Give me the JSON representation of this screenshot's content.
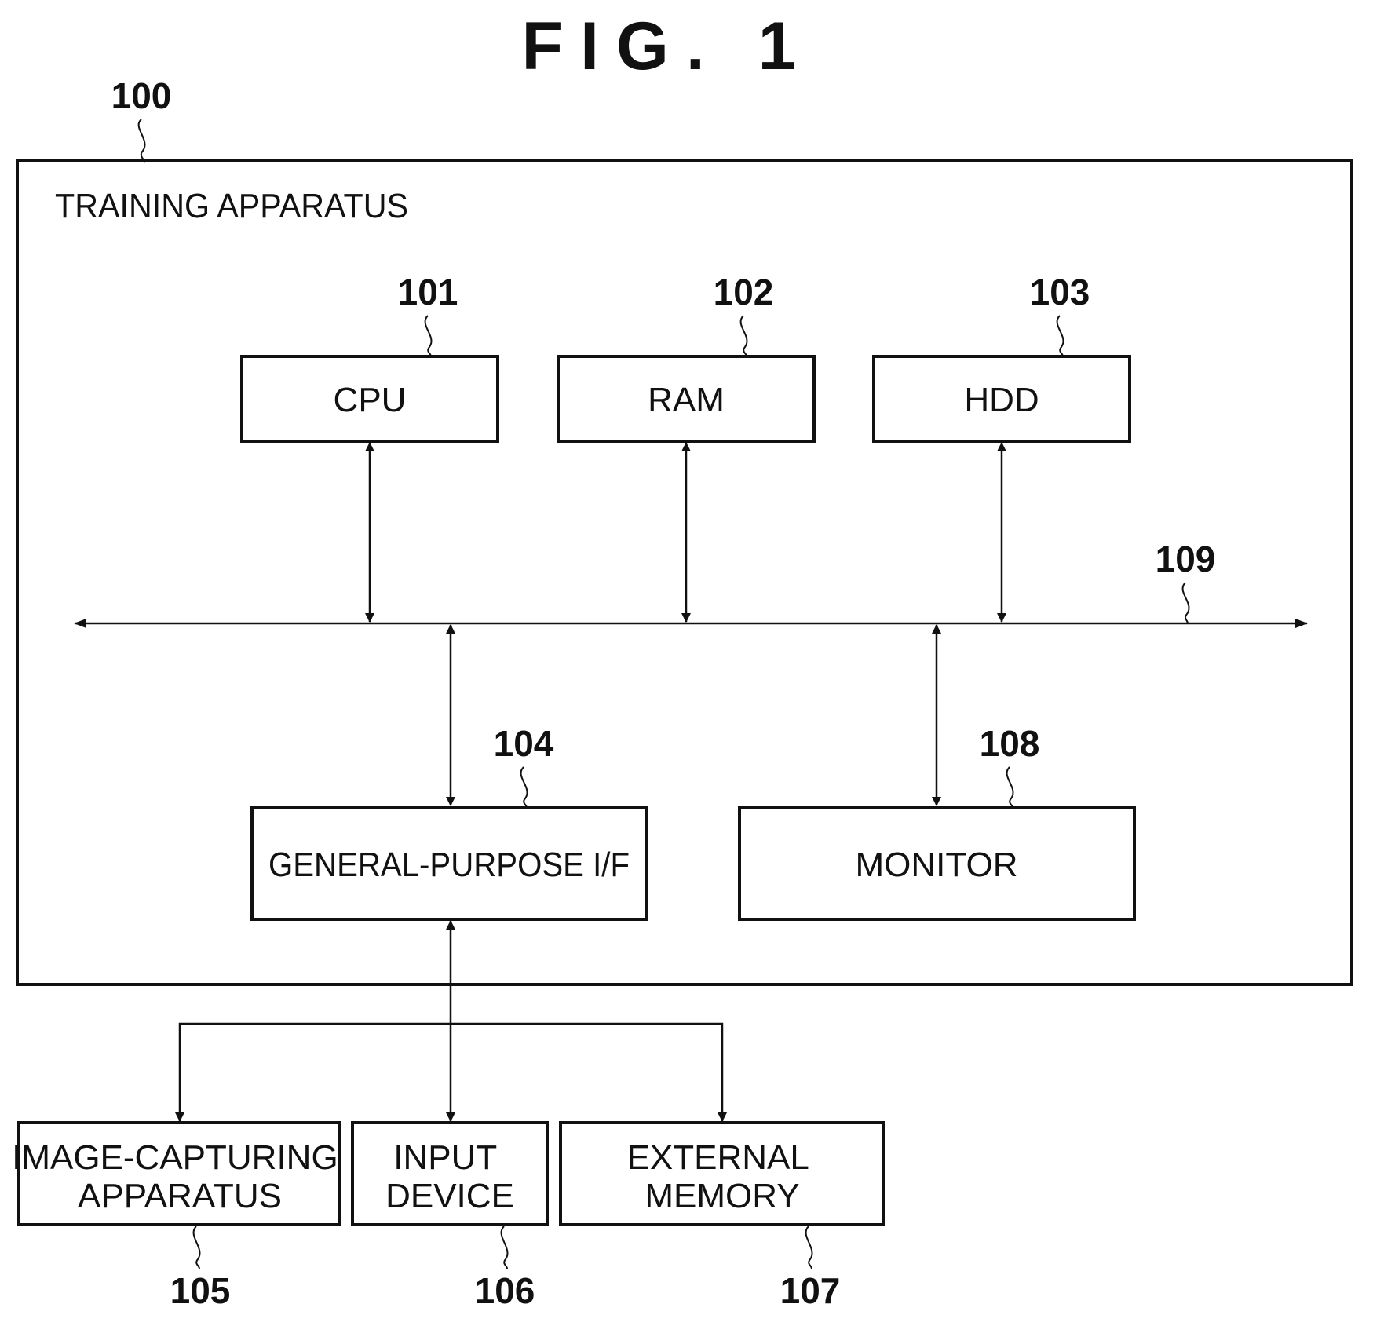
{
  "figure": {
    "title": "FIG. 1"
  },
  "apparatus": {
    "ref": "100",
    "label": "TRAINING APPARATUS"
  },
  "bus": {
    "ref": "109"
  },
  "blocks": {
    "cpu": {
      "ref": "101",
      "label": "CPU"
    },
    "ram": {
      "ref": "102",
      "label": "RAM"
    },
    "hdd": {
      "ref": "103",
      "label": "HDD"
    },
    "gp_if": {
      "ref": "104",
      "label": "GENERAL-PURPOSE I/F"
    },
    "monitor": {
      "ref": "108",
      "label": "MONITOR"
    },
    "camera": {
      "ref": "105",
      "label_lines": [
        "IMAGE-CAPTURING",
        "APPARATUS"
      ]
    },
    "input": {
      "ref": "106",
      "label_lines": [
        "INPUT",
        "DEVICE"
      ]
    },
    "external": {
      "ref": "107",
      "label_lines": [
        "EXTERNAL",
        "MEMORY"
      ]
    }
  }
}
